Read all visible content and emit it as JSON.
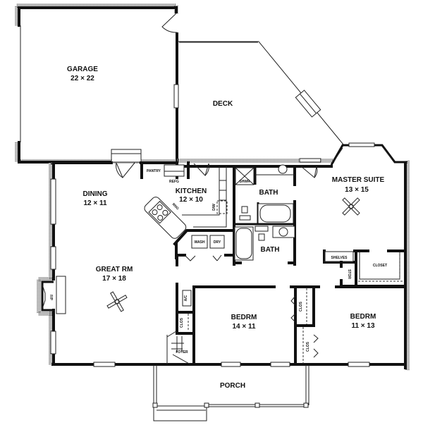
{
  "plan": {
    "rooms": {
      "garage": {
        "name": "GARAGE",
        "size": "22 × 22"
      },
      "deck": {
        "name": "DECK"
      },
      "dining": {
        "name": "DINING",
        "size": "12 × 11"
      },
      "kitchen": {
        "name": "KITCHEN",
        "size": "12 × 10"
      },
      "master_suite": {
        "name": "MASTER SUITE",
        "size": "13 × 15"
      },
      "bath_master": {
        "name": "BATH"
      },
      "bath_hall": {
        "name": "BATH"
      },
      "great_rm": {
        "name": "GREAT RM",
        "size": "17 × 18"
      },
      "bedrm_1": {
        "name": "BEDRM",
        "size": "14 × 11"
      },
      "bedrm_2": {
        "name": "BEDRM",
        "size": "11 × 13"
      },
      "porch": {
        "name": "PORCH"
      }
    },
    "small_labels": {
      "pantry": "PANTRY",
      "refg": "REFG",
      "rng": "RNG",
      "dw": "D/W",
      "wash": "WASH",
      "dry": "DRY",
      "shwr": "SHWR",
      "shelves": "SHELVES",
      "stor": "STOR",
      "closet": "CLOSET",
      "clos_foyer": "CLOS",
      "clos_bed1": "CLOS",
      "clos_bed2": "CLOS",
      "ac": "A/C",
      "fp": "F/P",
      "foyer": "FOYER"
    }
  }
}
